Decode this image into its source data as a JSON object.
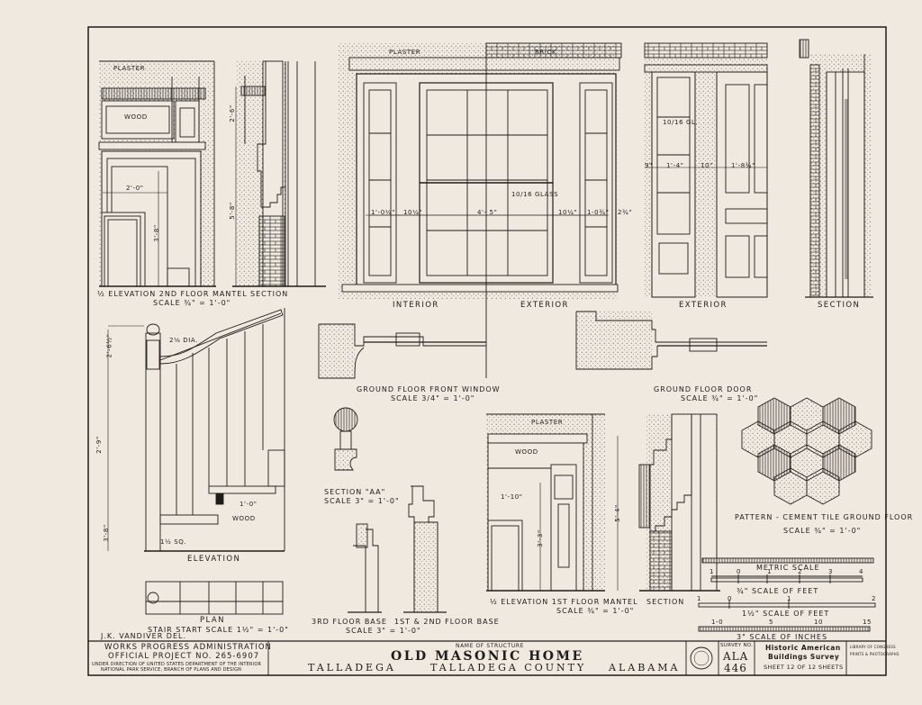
{
  "sheet": {
    "labels": {
      "plaster_left": "PLASTER",
      "plaster_window": "PLASTER",
      "brick_window": "BRICK",
      "plaster_lower": "PLASTER",
      "wood_mantel": "WOOD",
      "wood_stair": "WOOD",
      "wood_lower_mantel": "WOOD",
      "glass_window": "10/16 GLASS",
      "glass_door": "10/16 GL."
    },
    "dimensions": {
      "d2_0": "2'-0\"",
      "d3_8": "3'-8\"",
      "d2_6": "2'-6\"",
      "d5_8": "5'-8\"",
      "w1_0_1": "1'-0¼\"",
      "w10_1": "10¼\"",
      "w4_5": "4'- 5\"",
      "w10_2": "10¼\"",
      "w1_0_2": "1-0¾\"",
      "w2_3": "2¾\"",
      "d_door_9": "9\"",
      "d_door_1_4": "1'-4\"",
      "d_door_10": "10\"",
      "d_door_1_8": "1'-8¾\"",
      "s2_6": "2'-6½\"",
      "s2_9": "2'-9\"",
      "s3_8": "3'-8\"",
      "s1_0": "1'-0\"",
      "s_dia": "2⅛ DIA.",
      "s_sq": "1½ SQ.",
      "m5_4": "5'-4\"",
      "m3_3": "3'-3\"",
      "m1_10": "1'-10\""
    },
    "captions": {
      "mantel_2nd": "½ ELEVATION 2ND FLOOR MANTEL",
      "mantel_2nd_scale": "SCALE ¾\" = 1'-0\"",
      "section_mantel_2nd": "SECTION",
      "interior": "INTERIOR",
      "exterior_window": "EXTERIOR",
      "exterior_door": "EXTERIOR",
      "section_door": "SECTION",
      "ground_window": "GROUND FLOOR FRONT WINDOW",
      "ground_window_scale": "SCALE 3/4\" = 1'-0\"",
      "ground_door": "GROUND FLOOR DOOR",
      "ground_door_scale": "SCALE ¾\" = 1'-0\"",
      "elevation_stair": "ELEVATION",
      "section_aa": "SECTION \"AA\"",
      "section_aa_scale": "SCALE 3\" = 1'-0\"",
      "plan": "PLAN",
      "stair_start": "STAIR START  SCALE 1½\" = 1'-0\"",
      "base_3rd": "3RD FLOOR BASE",
      "base_12": "1ST & 2ND FLOOR BASE",
      "base_scale": "SCALE 3\" = 1'-0\"",
      "mantel_1st": "½ ELEVATION   1ST FLOOR MANTEL",
      "mantel_1st_scale": "SCALE ¾\" = 1'-0\"",
      "section_mantel_1st": "SECTION",
      "tile_pattern": "PATTERN - CEMENT TILE GROUND FLOOR",
      "tile_scale": "SCALE ¾\" = 1'-0\""
    },
    "scales": {
      "metric": "METRIC SCALE",
      "metric_ticks": [
        "1",
        "0",
        "1",
        "2",
        "3",
        "4"
      ],
      "feet_34": "¾\" SCALE OF FEET",
      "feet_112": "1½\" SCALE OF FEET",
      "feet_112_ticks": [
        "1",
        "0",
        "1",
        "2"
      ],
      "inches_3": "3\" SCALE OF INCHES",
      "inches_ticks": [
        "1-0",
        "5",
        "10",
        "15"
      ]
    },
    "delineator": "J.K. VANDIVER  DEL.",
    "title_block": {
      "wpa_line1": "WORKS PROGRESS ADMINISTRATION",
      "wpa_line2": "OFFICIAL PROJECT NO. 265-6907",
      "wpa_line3": "UNDER DIRECTION OF UNITED STATES DEPARTMENT OF THE INTERIOR",
      "wpa_line4": "NATIONAL PARK SERVICE, BRANCH OF PLANS AND DESIGN",
      "name_caption": "NAME OF STRUCTURE",
      "structure_name": "OLD MASONIC HOME",
      "location_city": "TALLADEGA",
      "location_county": "TALLADEGA COUNTY",
      "location_state": "ALABAMA",
      "survey_caption": "SURVEY NO.",
      "survey_ala": "ALA",
      "survey_number": "446",
      "habs_line1": "Historic American",
      "habs_line2": "Buildings Survey",
      "sheet_text": "SHEET 12 OF 12 SHEETS",
      "loc_stamp_line1": "LIBRARY OF CONGRESS",
      "loc_stamp_line2": "PRINTS & PHOTOGRAPHS"
    },
    "colors": {
      "paper": "#efe9df",
      "ink": "#1e1c1a"
    }
  }
}
